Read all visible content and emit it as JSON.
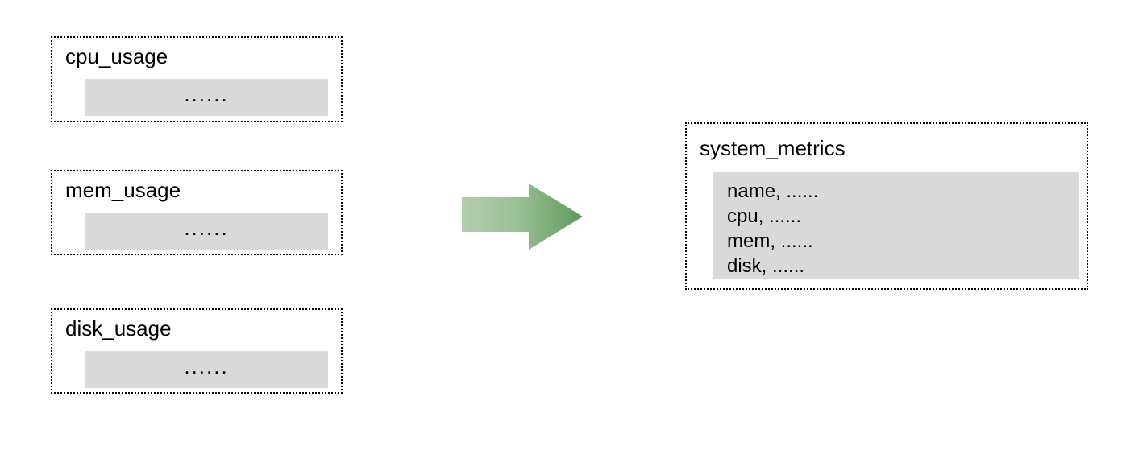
{
  "diagram": {
    "title": "",
    "background_color": "#ffffff",
    "panel_color": "#d9d9d9",
    "border_color": "#000000",
    "sources": [
      {
        "name": "cpu_usage",
        "body_placeholder": "......"
      },
      {
        "name": "mem_usage",
        "body_placeholder": "......"
      },
      {
        "name": "disk_usage",
        "body_placeholder": "......"
      }
    ],
    "arrow": {
      "icon": "right-arrow-icon",
      "direction": "right",
      "gradient_start_color": "#a9c7a5",
      "gradient_end_color": "#5f9b5a"
    },
    "target": {
      "name": "system_metrics",
      "rows": [
        "name, ......",
        "cpu, ......",
        "mem, ......",
        "disk, ......"
      ]
    }
  }
}
